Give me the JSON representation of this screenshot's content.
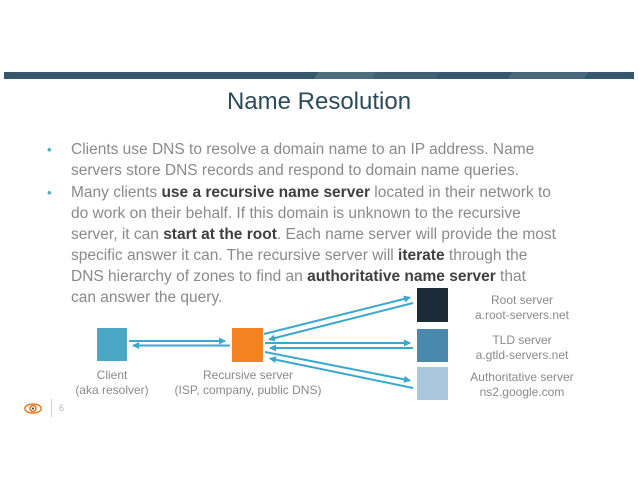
{
  "slide": {
    "title": "Name Resolution",
    "page_number": "6"
  },
  "bullets": [
    {
      "lines": [
        [
          {
            "t": "Clients use DNS to resolve a domain name to an IP address. Name",
            "b": false
          }
        ],
        [
          {
            "t": "servers store DNS records and respond to domain name queries.",
            "b": false
          }
        ]
      ]
    },
    {
      "lines": [
        [
          {
            "t": "Many clients ",
            "b": false
          },
          {
            "t": "use a recursive name server",
            "b": true
          },
          {
            "t": " located in their network to",
            "b": false
          }
        ],
        [
          {
            "t": "do work on their behalf. If this domain is unknown to the recursive",
            "b": false
          }
        ],
        [
          {
            "t": "server, it can ",
            "b": false
          },
          {
            "t": "start at the root",
            "b": true
          },
          {
            "t": ". Each name server will provide the most",
            "b": false
          }
        ],
        [
          {
            "t": "specific answer it can. The recursive server will ",
            "b": false
          },
          {
            "t": "iterate",
            "b": true
          },
          {
            "t": " through the",
            "b": false
          }
        ],
        [
          {
            "t": "DNS hierarchy of zones to find an ",
            "b": false
          },
          {
            "t": "authoritative name server",
            "b": true
          },
          {
            "t": " that",
            "b": false
          }
        ],
        [
          {
            "t": "can answer the query.",
            "b": false
          }
        ]
      ]
    }
  ],
  "diagram": {
    "nodes": [
      {
        "id": "client",
        "label": "Client",
        "sublabel": "(aka resolver)",
        "color": "#4BA7C4"
      },
      {
        "id": "recursive",
        "label": "Recursive server",
        "sublabel": "(ISP, company, public DNS)",
        "color": "#F58220"
      },
      {
        "id": "root",
        "label": "Root server",
        "sublabel": "a.root-servers.net",
        "color": "#1C2B38"
      },
      {
        "id": "tld",
        "label": "TLD server",
        "sublabel": "a.gtld-servers.net",
        "color": "#4A89AD"
      },
      {
        "id": "auth",
        "label": "Authoritative server",
        "sublabel": "ns2.google.com",
        "color": "#A9C7DD"
      }
    ]
  },
  "colors": {
    "bar": "#35596B",
    "title": "#2B4B5C",
    "accent": "#4BA7C4",
    "arrow": "#39A7CE",
    "text": "#8A8A8A",
    "text_bold": "#3F3F3F",
    "muted": "#B5B5B5",
    "eye": "#E87722"
  }
}
